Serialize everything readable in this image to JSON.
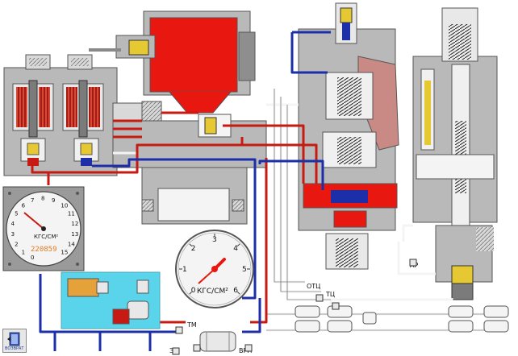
{
  "labels": {
    "tm": "ТМ",
    "zr": "ЗР",
    "vrn": "ВРН",
    "otts": "ОТЦ",
    "ts": "ТЦ",
    "ar": "АР"
  },
  "gauge": {
    "unit": "КГС/СМ²",
    "ticks": [
      "0",
      "1",
      "2",
      "3",
      "4",
      "5",
      "6"
    ]
  },
  "speed_dial": {
    "unit": "КГС/СМ²",
    "serial": "220859",
    "ticks": [
      "0",
      "1",
      "2",
      "3",
      "4",
      "5",
      "6",
      "7",
      "8",
      "9",
      "10",
      "11",
      "12",
      "13",
      "14",
      "15"
    ]
  },
  "nav_button": {
    "caption": "ВОЗВРАТ",
    "icon": "door-exit-icon"
  },
  "colors": {
    "housing": "#b9b9b9",
    "housing_dark": "#8e8e8e",
    "red_chamber": "#e8170f",
    "red_pipe": "#c61a12",
    "blue_pipe": "#1c2fa8",
    "white_pipe": "#f4f4f4",
    "cyan_panel": "#59d4ea",
    "yellow_part": "#e6c832"
  }
}
